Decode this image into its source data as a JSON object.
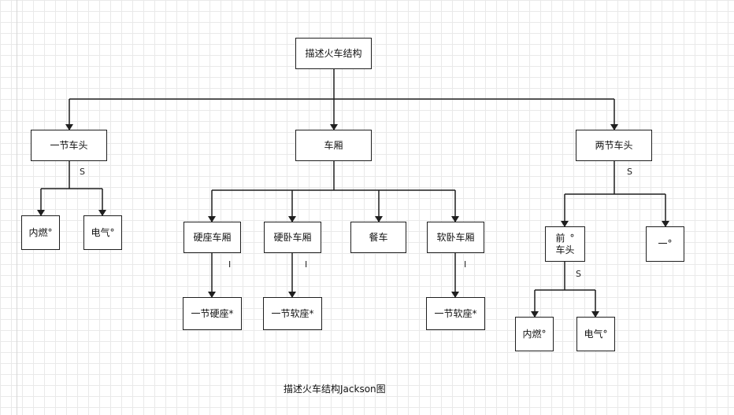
{
  "root": "描述火车结构",
  "head": {
    "label": "一节车头",
    "marker": "S",
    "children": [
      "内燃°",
      "电气°"
    ]
  },
  "car": {
    "label": "车厢",
    "children": [
      "硬座车厢",
      "硬卧车厢",
      "餐车",
      "软卧车厢"
    ],
    "subs": [
      "一节硬座*",
      "一节软座*",
      "一节软座*"
    ],
    "marker": "I"
  },
  "twohead": {
    "label": "两节车头",
    "marker": "S",
    "front": {
      "line1": "前",
      "deg": "°",
      "line2": "车头"
    },
    "other": "一°",
    "children": [
      "内燃°",
      "电气°"
    ]
  },
  "caption": "描述火车结构Jackson图"
}
